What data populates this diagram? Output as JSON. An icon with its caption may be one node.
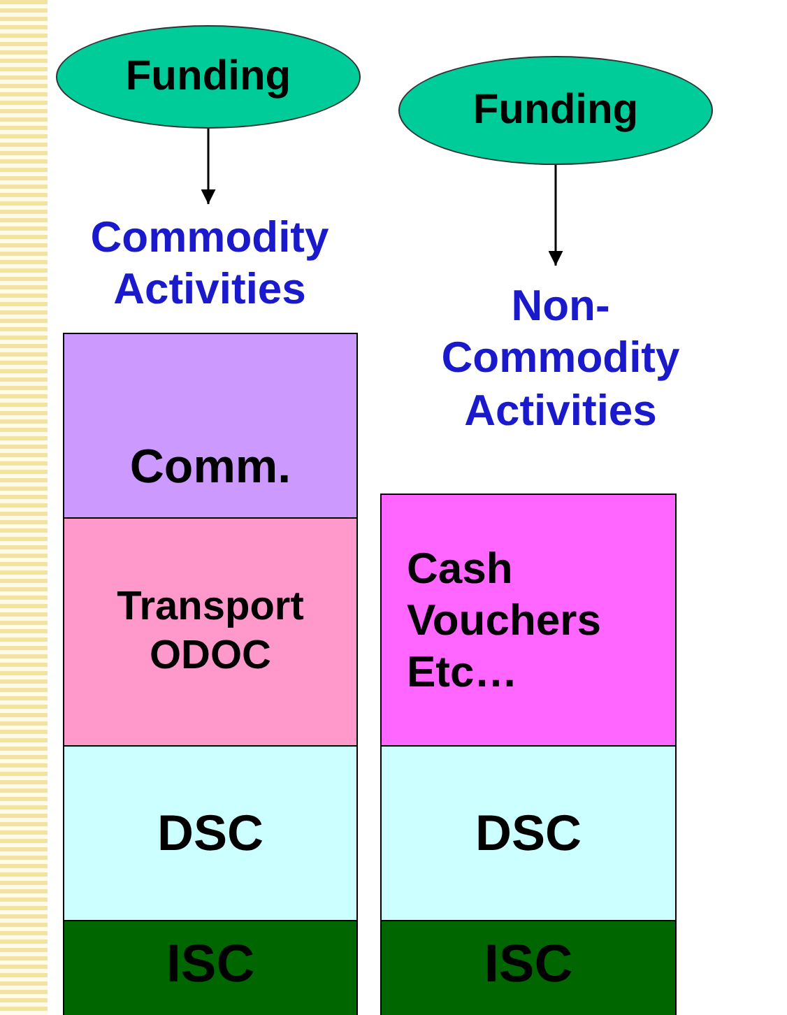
{
  "diagram": {
    "nodes": [
      {
        "text": [
          "Funding"
        ]
      },
      {
        "text": [
          "Funding"
        ]
      },
      {
        "text": [
          "Commodity Activities"
        ]
      },
      {
        "text": [
          "Non- Commodity Activities"
        ]
      },
      {
        "text": [
          "Comm."
        ]
      },
      {
        "text": [
          "Transport ODOC"
        ]
      },
      {
        "text": [
          "DSC"
        ]
      },
      {
        "text": [
          "ISC"
        ]
      },
      {
        "text": [
          "Cash Vouchers Etc…"
        ]
      },
      {
        "text": [
          "DSC"
        ]
      },
      {
        "text": [
          "ISC"
        ]
      }
    ],
    "edges": [
      {
        "from": 0,
        "to": 2,
        "arrow": "to"
      },
      {
        "from": 1,
        "to": 3,
        "arrow": "to"
      }
    ]
  }
}
